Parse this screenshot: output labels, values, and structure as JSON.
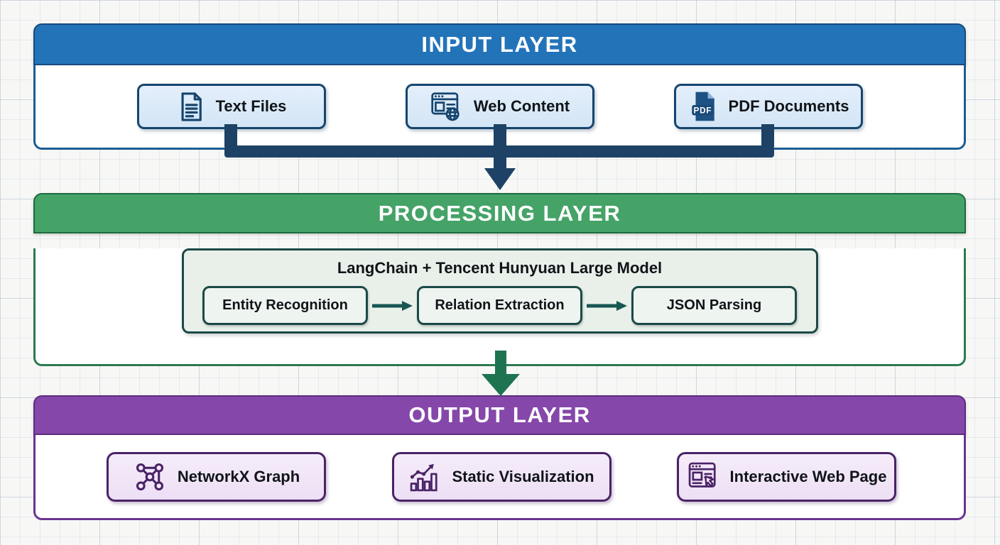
{
  "input_layer": {
    "title": "INPUT LAYER",
    "header_color": "#2373b9",
    "items": [
      {
        "label": "Text Files",
        "icon": "document-icon"
      },
      {
        "label": "Web Content",
        "icon": "browser-globe-icon"
      },
      {
        "label": "PDF Documents",
        "icon": "pdf-file-icon",
        "icon_text": "PDF"
      }
    ]
  },
  "processing_layer": {
    "title": "PROCESSING LAYER",
    "header_color": "#45a368",
    "group": {
      "title": "LangChain + Tencent Hunyuan Large Model",
      "steps": [
        {
          "label": "Entity Recognition"
        },
        {
          "label": "Relation Extraction"
        },
        {
          "label": "JSON Parsing"
        }
      ]
    }
  },
  "output_layer": {
    "title": "OUTPUT LAYER",
    "header_color": "#8547a9",
    "items": [
      {
        "label": "NetworkX Graph",
        "icon": "network-graph-icon"
      },
      {
        "label": "Static Visualization",
        "icon": "bar-chart-icon"
      },
      {
        "label": "Interactive Web Page",
        "icon": "browser-cursor-icon"
      }
    ]
  },
  "colors": {
    "input_accent": "#16456e",
    "input_connector": "#1d4265",
    "processing_accent": "#1b4a47",
    "processing_connector": "#1e7350",
    "output_accent": "#4a2366",
    "grid_background": "#f7f8f6"
  }
}
